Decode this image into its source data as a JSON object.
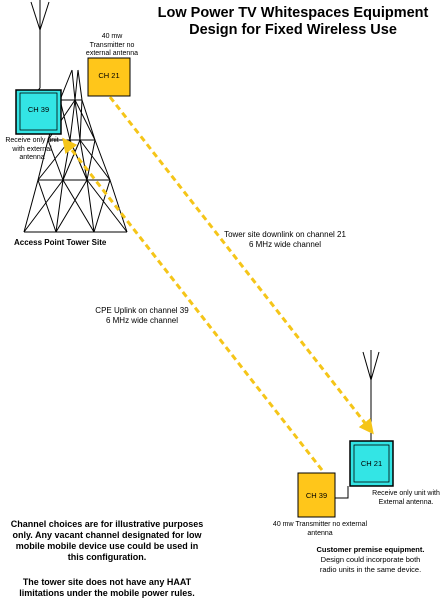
{
  "title": {
    "line1": "Low Power TV Whitespaces Equipment",
    "line2": "Design for Fixed Wireless Use"
  },
  "tower": {
    "site_label": "Access Point Tower Site",
    "tx_unit_channel": "CH 21",
    "tx_caption": [
      "40 mw",
      "Transmitter no",
      "external antenna"
    ],
    "rx_unit_channel": "CH 39",
    "rx_caption": [
      "Receive only unit",
      "with external",
      "antenna"
    ]
  },
  "links": {
    "downlink": [
      "Tower site downlink on channel 21",
      "6 MHz wide channel"
    ],
    "uplink": [
      "CPE Uplink on channel 39",
      "6 MHz wide channel"
    ]
  },
  "customer": {
    "rx_unit_channel": "CH 21",
    "rx_caption": [
      "Receive only unit with",
      "External antenna."
    ],
    "tx_unit_channel": "CH 39",
    "tx_caption": "40 mw Transmitter no external antenna",
    "title": "Customer premise equipment.",
    "desc": [
      "Design could incorporate both",
      "radio units in the same device."
    ]
  },
  "notes": {
    "para1": [
      "Channel choices are for illustrative purposes",
      "only. Any vacant channel designated for low",
      "mobile mobile device use could be used in",
      "this configuration."
    ],
    "para2": [
      "The tower site does not have any HAAT",
      "limitations under the mobile power rules."
    ]
  },
  "colors": {
    "transmitter": "#ffc61a",
    "receiver": "#33e5e5",
    "link": "#f5c518"
  }
}
